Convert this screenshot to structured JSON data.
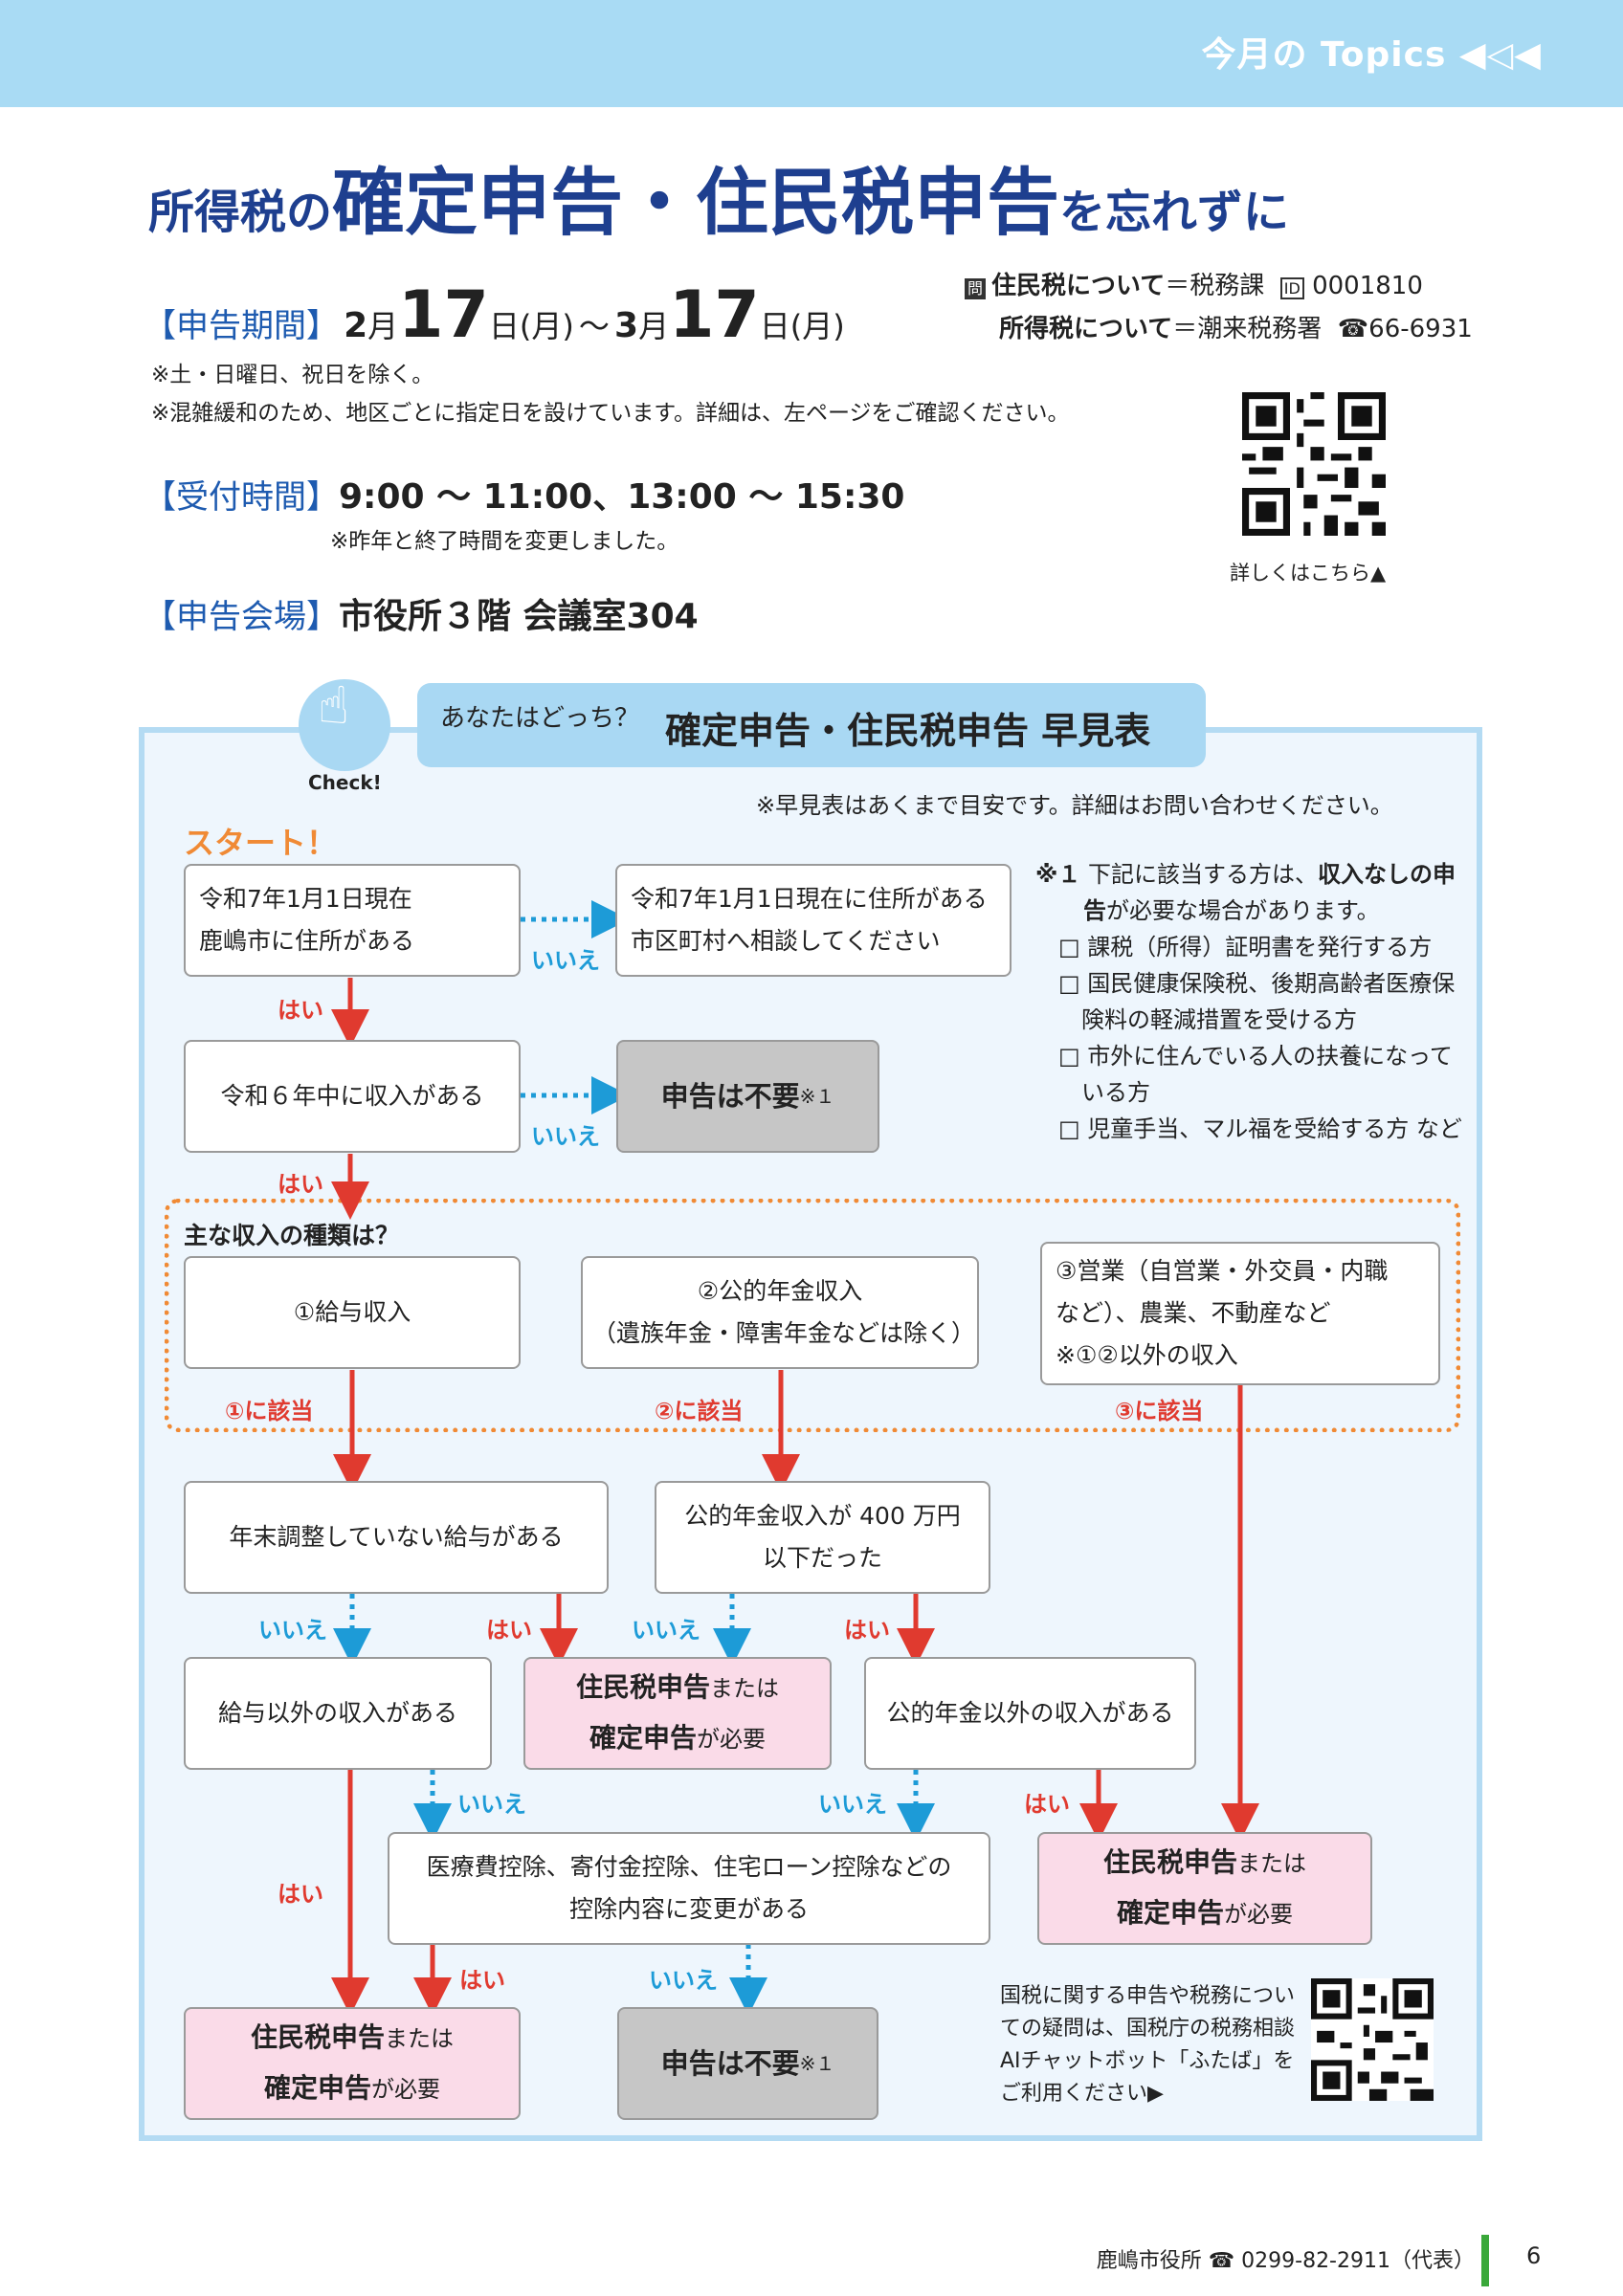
{
  "header": {
    "topics": "今月の Topics ◀◁◀"
  },
  "title": {
    "part1": "所得税の",
    "part2": "確定申告・住民税申告",
    "part3": "を忘れずに"
  },
  "period": {
    "label": "【申告期間】",
    "m1": "2",
    "month": "月",
    "d1": "17",
    "day_suffix": "日",
    "dow": "(月)",
    "tilde": "～",
    "m2": "3",
    "d2": "17",
    "note1": "※土・日曜日、祝日を除く。",
    "note2": "※混雑緩和のため、地区ごとに指定日を設けています。詳細は、左ページをご確認ください。"
  },
  "hours": {
    "label": "【受付時間】",
    "value": "9:00 ～ 11:00、13:00 ～ 15:30",
    "note": "※昨年と終了時間を変更しました。"
  },
  "venue": {
    "label": "【申告会場】",
    "value": "市役所３階 会議室304"
  },
  "contact": {
    "line1_label": "住民税について",
    "line1_value": "＝税務課",
    "line1_id": "0001810",
    "line2_label": "所得税について",
    "line2_value": "＝潮来税務署",
    "line2_tel": "66-6931",
    "qr_caption": "詳しくはこちら▲"
  },
  "chart": {
    "tab_sub": "あなたはどっち？",
    "tab_main": "確定申告・住民税申告 早見表",
    "check": "Check!",
    "disclaimer": "※早見表はあくまで目安です。詳細はお問い合わせください。",
    "start": "スタート！",
    "box_address": "令和7年1月1日現在\n鹿嶋市に住所がある",
    "box_other_city": "令和7年1月1日現在に住所がある\n市区町村へ相談してください",
    "box_income": "令和６年中に収入がある",
    "not_required": "申告は不要",
    "not_required_mark": "※１",
    "income_types_title": "主な収入の種類は？",
    "type1": "①給与収入",
    "type2": "②公的年金収入\n（遺族年金・障害年金などは除く）",
    "type3": "③営業（自営業・外交員・内職\nなど）、農業、不動産など\n※①②以外の収入",
    "type1_match": "①に該当",
    "type2_match": "②に該当",
    "type3_match": "③に該当",
    "box_salary_unadjusted": "年末調整していない給与がある",
    "box_pension_400": "公的年金収入が 400 万円\n以下だった",
    "box_non_salary": "給与以外の収入がある",
    "box_non_pension": "公的年金以外の収入がある",
    "box_deduction": "医療費控除、寄付金控除、住宅ローン控除などの\n控除内容に変更がある",
    "required_a": "住民税申告",
    "required_b": "または",
    "required_c": "確定申告",
    "required_d": "が必要",
    "yes": "はい",
    "no": "いいえ",
    "note_head": "※１",
    "note_intro_a": "下記に該当する方は、",
    "note_intro_b": "収入なしの申告",
    "note_intro_c": "が必要な場合があります。",
    "note_items": [
      "□ 課税（所得）証明書を発行する方",
      "□ 国民健康保険税、後期高齢者医療保険料の軽減措置を受ける方",
      "□ 市外に住んでいる人の扶養になっている方",
      "□ 児童手当、マル福を受給する方 など"
    ],
    "chatbot": "国税に関する申告や税務についての疑問は、国税庁の税務相談AIチャットボット「ふたば」をご利用ください▶"
  },
  "footer": {
    "office": "鹿嶋市役所",
    "tel": "0299-82-2911（代表）",
    "page": "6"
  }
}
